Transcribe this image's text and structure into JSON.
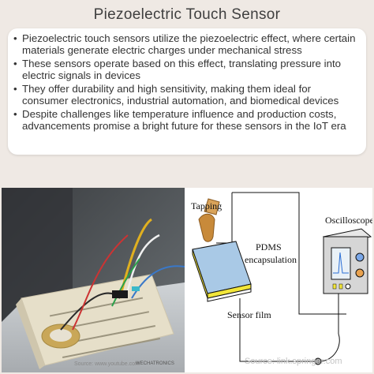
{
  "title": "Piezoelectric Touch Sensor",
  "bullets": [
    "Piezoelectric touch sensors utilize the piezoelectric effect, where certain materials generate electric charges under mechanical stress",
    "These sensors operate based on this effect, translating pressure into electric signals in devices",
    "They offer durability and high sensitivity, making them ideal for consumer electronics, industrial automation, and biomedical devices",
    "Despite challenges like temperature influence and production costs, advancements promise a bright future for these sensors in the IoT era"
  ],
  "photo": {
    "source": "Source: www.youtube.com",
    "watermark": "WECHATRONICS"
  },
  "diagram": {
    "tapping": "Tapping",
    "pdms": "PDMS",
    "encapsulation": "encapsulation",
    "sensor_film": "Sensor film",
    "oscilloscope": "Oscilloscope",
    "source": "Source: link.springer.com"
  },
  "colors": {
    "background": "#efe9e4",
    "card": "#ffffff",
    "film_blue": "#a9c9e6",
    "film_yellow": "#f2e63a"
  }
}
